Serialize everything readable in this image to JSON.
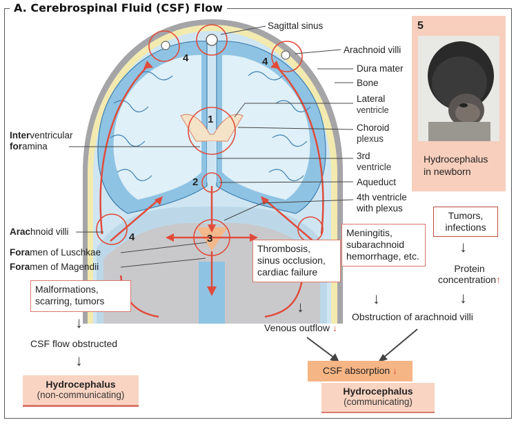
{
  "title": "A. Cerebrospinal Fluid (CSF) Flow",
  "numbers": {
    "n1": "1",
    "n2": "2",
    "n3": "3",
    "n4a": "4",
    "n4b": "4",
    "n4c": "4",
    "n5": "5"
  },
  "labels_right": {
    "sagittal_sinus": "Sagittal sinus",
    "arachnoid_villi": "Arachnoid villi",
    "dura_mater": "Dura mater",
    "bone": "Bone",
    "lateral_1": "Lateral",
    "lateral_2": "ventricle",
    "choroid_1": "Choroid",
    "choroid_2": "plexus",
    "third_1": "3rd",
    "third_2": "ventricle",
    "aqueduct": "Aqueduct",
    "fourth_1": "4th ventricle",
    "fourth_2": "with plexus"
  },
  "labels_left": {
    "interventricular_bold": "Inter",
    "interventricular_rest": "ventricular",
    "foramina_bold": "for",
    "foramina_rest": "amina",
    "arachnoid_bold": "Arac",
    "arachnoid_rest": "hnoid villi",
    "luschkae_bold": "Fora",
    "luschkae_rest": "men of Luschkae",
    "magendii_bold": "Fora",
    "magendii_rest": "men of Magendii"
  },
  "panel5": {
    "caption_1": "Hydrocephalus",
    "caption_2": "in newborn"
  },
  "left_flow": {
    "causes_1": "Malformations,",
    "causes_2": "scarring, tumors",
    "obstructed": "CSF flow obstructed",
    "result_1": "Hydrocephalus",
    "result_2": "(non-communicating)"
  },
  "middle_flow": {
    "thrombosis_1": "Thrombosis,",
    "thrombosis_2": "sinus occlusion,",
    "thrombosis_3": "cardiac failure",
    "venous": "Venous outflow"
  },
  "right_flow": {
    "meningitis_1": "Meningitis,",
    "meningitis_2": "subarachnoid",
    "meningitis_3": "hemorrhage, etc.",
    "tumors_1": "Tumors,",
    "tumors_2": "infections",
    "protein_1": "Protein",
    "protein_2": "concentration",
    "obstruction": "Obstruction of arachnoid villi"
  },
  "bottom": {
    "absorption": "CSF absorption",
    "result_1": "Hydrocephalus",
    "result_2": "(communicating)"
  },
  "icons": {
    "down_arrow": "↓",
    "up_arrow": "↑",
    "flow_arrow": "red-arrow"
  },
  "colors": {
    "accent": "#e04b3a",
    "box_border": "#d9776a",
    "panel_pink": "#f8cfbc",
    "csf_blue": "#a9d3ea",
    "dura": "#f0e6a8"
  }
}
